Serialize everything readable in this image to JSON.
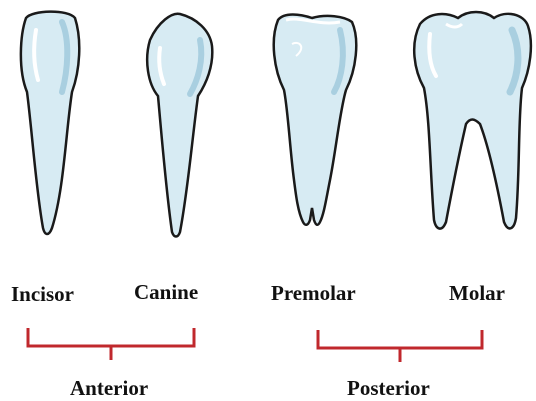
{
  "teeth": [
    {
      "name": "Incisor",
      "icon": "incisor-tooth-icon"
    },
    {
      "name": "Canine",
      "icon": "canine-tooth-icon"
    },
    {
      "name": "Premolar",
      "icon": "premolar-tooth-icon"
    },
    {
      "name": "Molar",
      "icon": "molar-tooth-icon"
    }
  ],
  "groups": [
    {
      "name": "Anterior"
    },
    {
      "name": "Posterior"
    }
  ],
  "colors": {
    "tooth_fill": "#d7ebf3",
    "tooth_shade": "#a9cfe0",
    "tooth_outline": "#1a1a1a",
    "bracket": "#c0282d",
    "label": "#111111"
  }
}
